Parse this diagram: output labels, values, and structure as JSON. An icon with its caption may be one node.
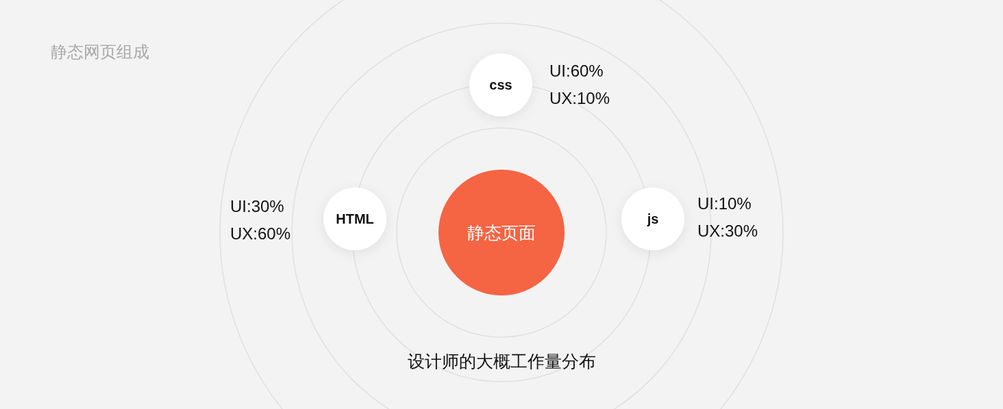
{
  "diagram": {
    "title": "静态网页组成",
    "caption": "设计师的大概工作量分布",
    "nodes": [
      {
        "text": [
          "静态页面"
        ]
      },
      {
        "text": [
          "css"
        ],
        "beside": [
          "UI:60%",
          "UX:10%"
        ]
      },
      {
        "text": [
          "HTML"
        ],
        "beside": [
          "UI:30%",
          "UX:60%"
        ]
      },
      {
        "text": [
          "js"
        ],
        "beside": [
          "UI:10%",
          "UX:30%"
        ]
      }
    ]
  }
}
